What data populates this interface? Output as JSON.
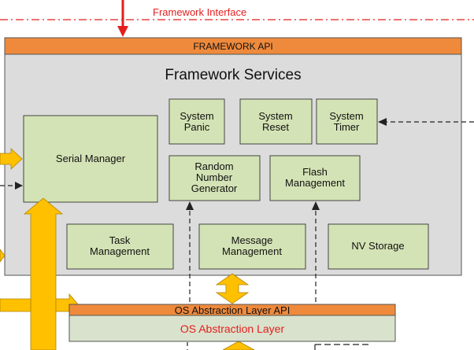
{
  "interface_label": "Framework Interface",
  "framework": {
    "api_label": "FRAMEWORK API",
    "title": "Framework Services",
    "modules": {
      "system_panic": [
        "System",
        "Panic"
      ],
      "system_reset": [
        "System",
        "Reset"
      ],
      "system_timer": [
        "System",
        "Timer"
      ],
      "serial_manager": [
        "Serial Manager"
      ],
      "rng": [
        "Random",
        "Number",
        "Generator"
      ],
      "flash": [
        "Flash",
        "Management"
      ],
      "task": [
        "Task",
        "Management"
      ],
      "message": [
        "Message",
        "Management"
      ],
      "nv_storage": [
        "NV Storage"
      ]
    }
  },
  "osal": {
    "api_label": "OS Abstraction Layer API",
    "layer_label": "OS Abstraction Layer"
  },
  "colors": {
    "api_bar": "#ef8a3c",
    "panel": "#dcdcdc",
    "module": "#d4e3b5",
    "osal_layer": "#d9e2cc",
    "accent_red": "#e41e1e",
    "arrow_yellow": "#ffc000"
  }
}
